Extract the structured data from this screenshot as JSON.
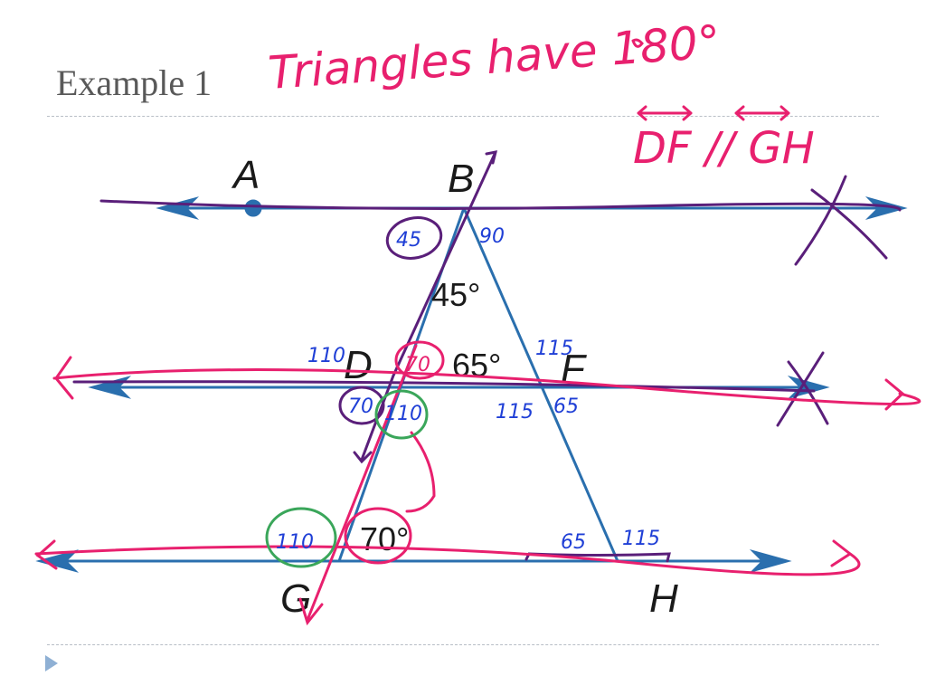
{
  "slide": {
    "title": "Example 1",
    "handwritten_title": "Triangles have 180°",
    "parallel_note": "DF // GH"
  },
  "points": {
    "A": "A",
    "B": "B",
    "D": "D",
    "F": "F",
    "G": "G",
    "H": "H"
  },
  "given_angles": [
    "45°",
    "65°",
    "70°"
  ],
  "blue_marks": [
    "45",
    "90",
    "110",
    "115",
    "115",
    "65",
    "70",
    "110",
    "65",
    "115",
    "110"
  ],
  "pink_marks": [
    "70"
  ],
  "colors": {
    "line_blue": "#2a6fae",
    "ink_pink": "#e8206e",
    "ink_purple": "#5a1f7a",
    "ink_blue": "#1f3fd6",
    "ink_green": "#3aa65a"
  }
}
